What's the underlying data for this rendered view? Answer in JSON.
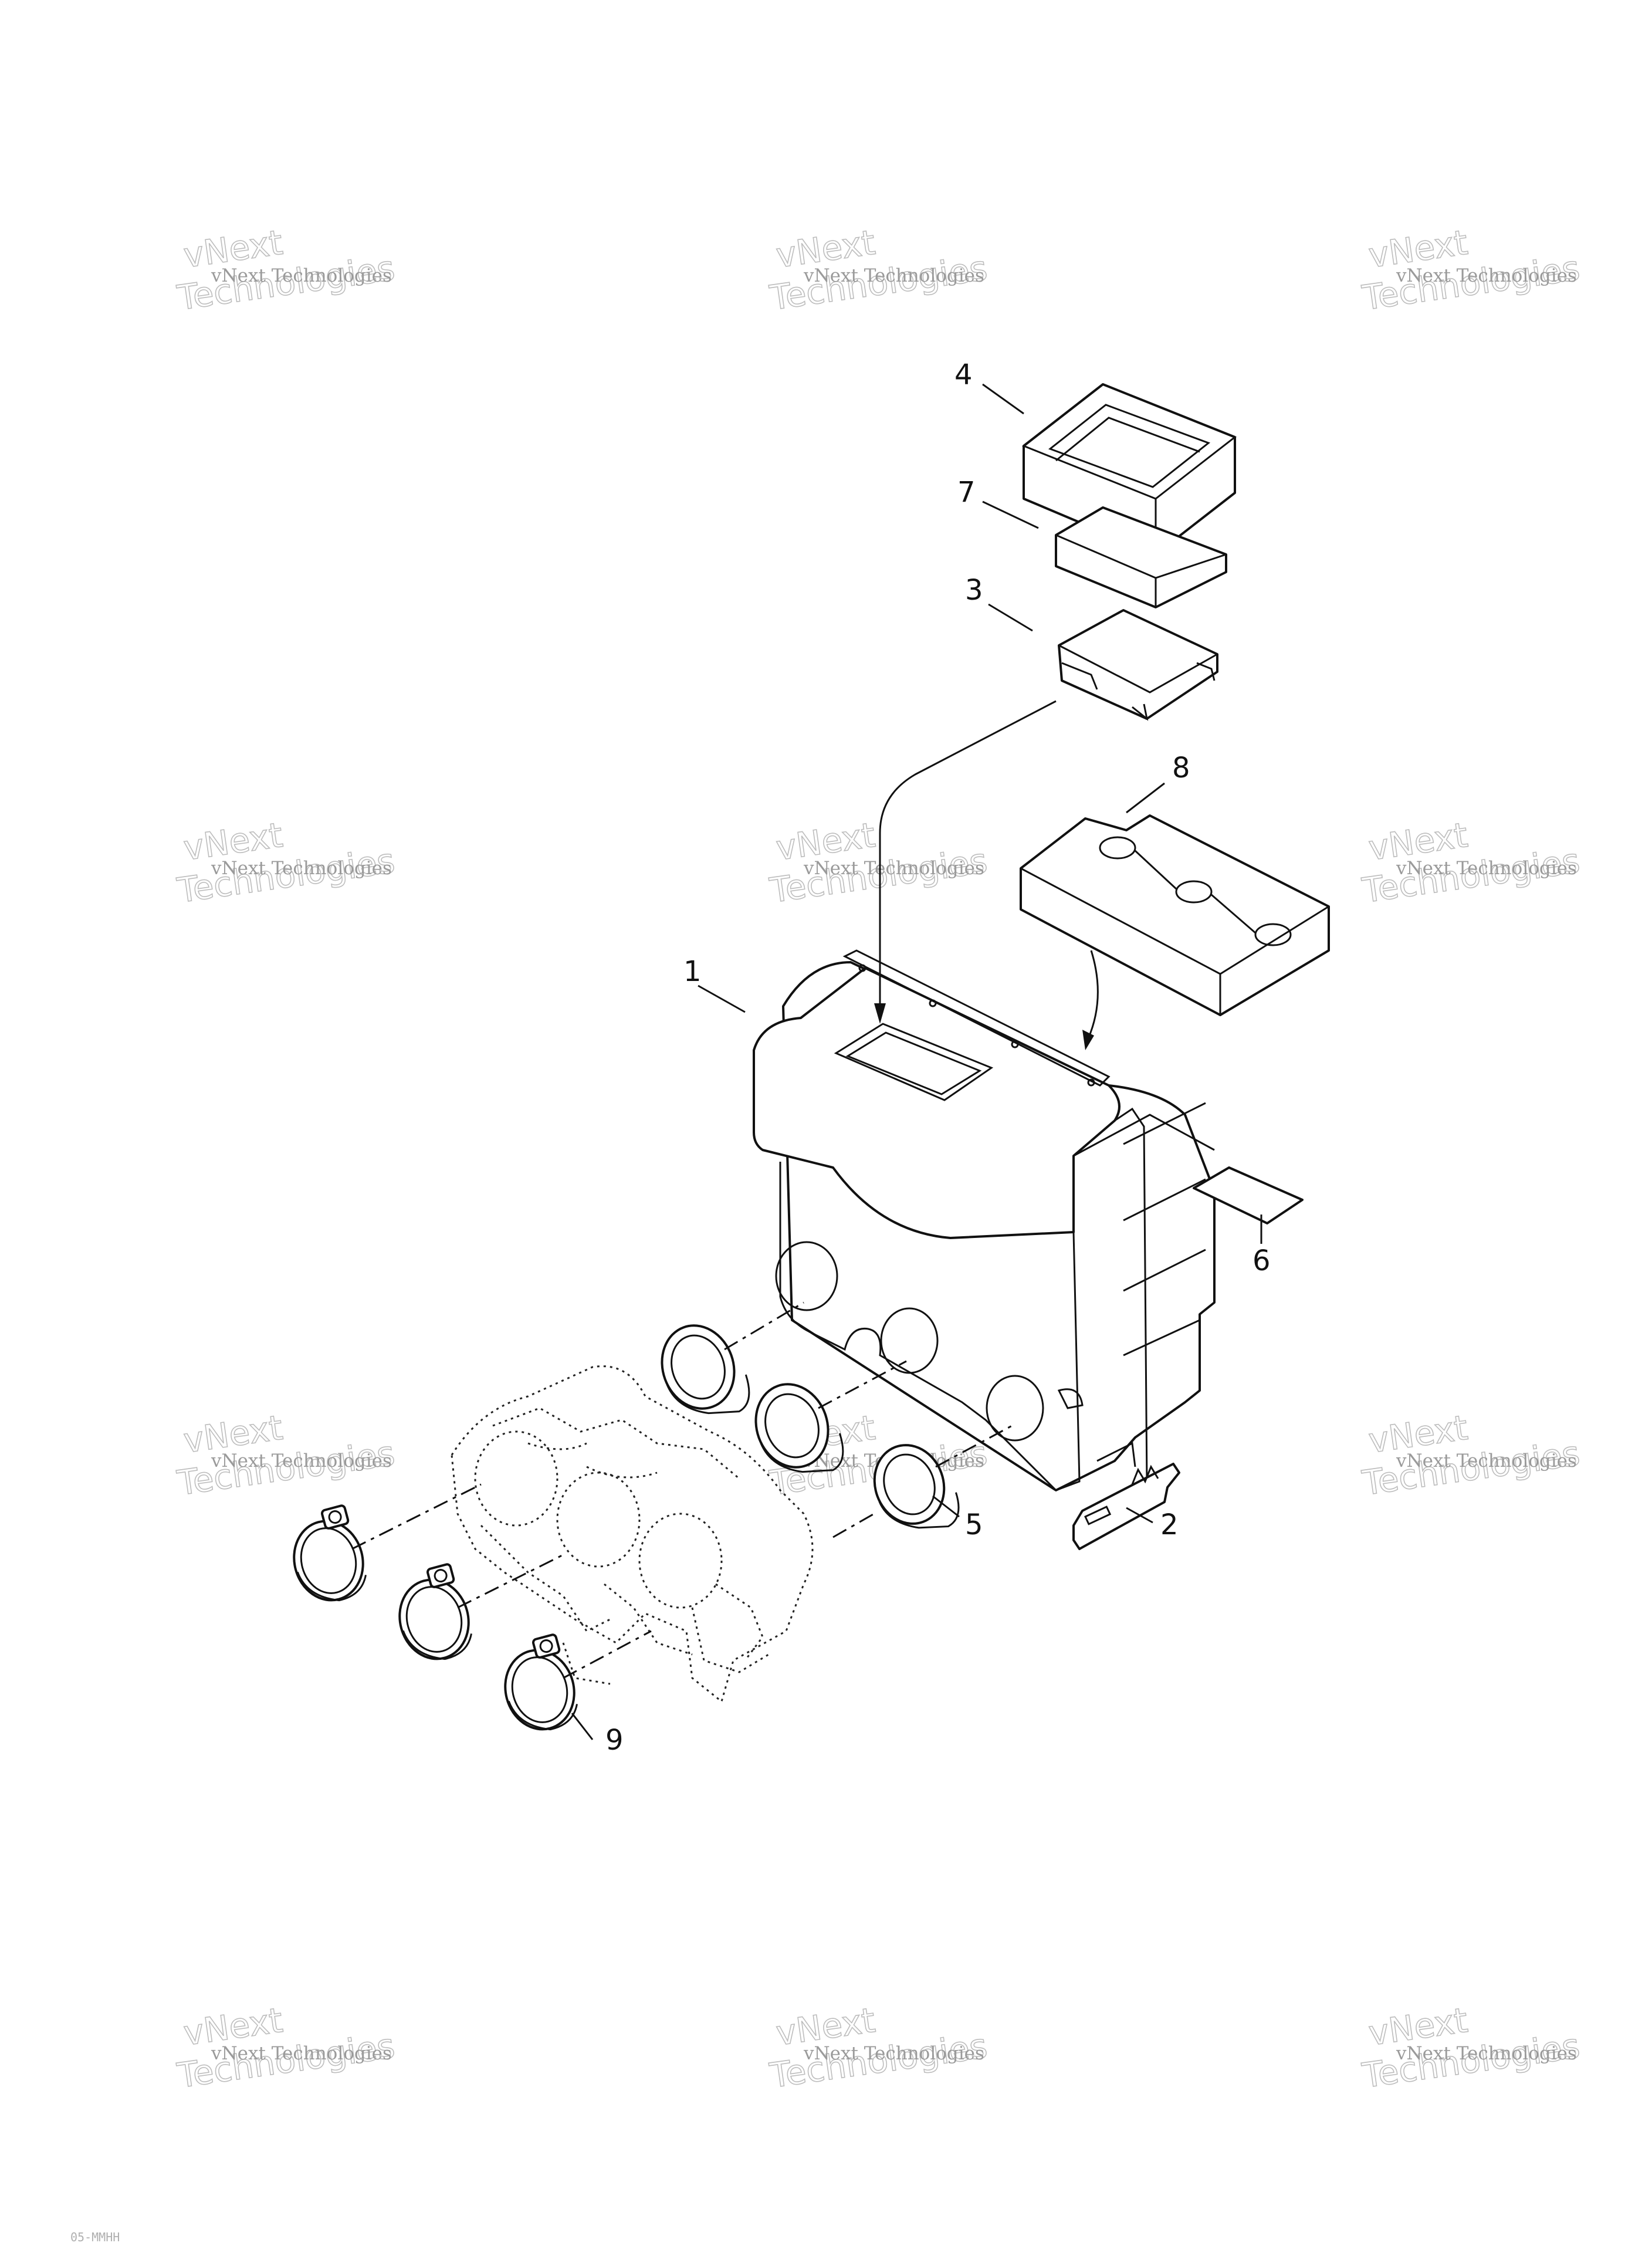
{
  "callouts": {
    "c1": "1",
    "c2": "2",
    "c3": "3",
    "c4": "4",
    "c5": "5",
    "c6": "6",
    "c7": "7",
    "c8": "8",
    "c9": "9"
  },
  "watermark": {
    "line1": "vNext Technologies",
    "line2a": "vNext",
    "line2b": "Technologies"
  },
  "footer": {
    "code": "05-MMHH"
  }
}
